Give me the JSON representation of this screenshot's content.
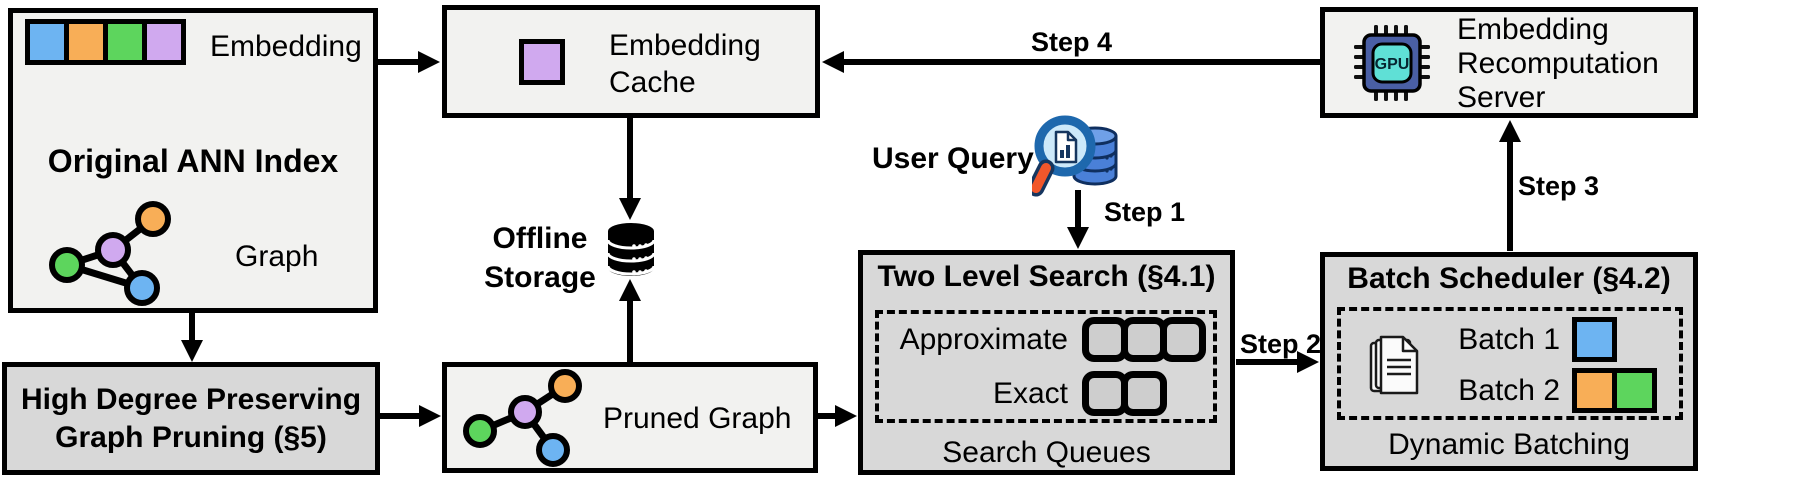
{
  "palette": {
    "embedding_blue": "#6db4f2",
    "embedding_orange": "#f8ae57",
    "embedding_green": "#5dd55d",
    "embedding_purple": "#d0a9ef",
    "box_light": "#f2f2f0",
    "box_gray": "#d8d8d8",
    "queue_fill": "#cecece",
    "line_black": "#000000",
    "gpu_chip_body": "#4a5fa5",
    "gpu_chip_core": "#5fe0d6",
    "query_db_blue": "#4a80d8",
    "glass_rim_blue": "#1e68ad",
    "glass_handle_orange": "#f2572b"
  },
  "original_index": {
    "title": "Original ANN Index",
    "embedding_label": "Embedding",
    "embedding_colors": [
      "#6db4f2",
      "#f8ae57",
      "#5dd55d",
      "#d0a9ef"
    ],
    "graph_label": "Graph"
  },
  "graph_pruning": {
    "title": "High Degree Preserving\nGraph Pruning (§5)"
  },
  "embedding_cache": {
    "title": "Embedding\nCache"
  },
  "offline_storage": {
    "label": "Offline\nStorage"
  },
  "pruned_graph": {
    "label": "Pruned Graph"
  },
  "user_query": {
    "label": "User Query"
  },
  "steps": {
    "step1": "Step 1",
    "step2": "Step 2",
    "step3": "Step 3",
    "step4": "Step 4"
  },
  "two_level_search": {
    "title": "Two Level Search (§4.1)",
    "rows": [
      {
        "label": "Approximate",
        "queues": 3
      },
      {
        "label": "Exact",
        "queues": 2
      }
    ],
    "caption": "Search Queues"
  },
  "batch_scheduler": {
    "title": "Batch Scheduler (§4.2)",
    "rows": [
      {
        "label": "Batch 1",
        "colors": [
          "#6db4f2"
        ]
      },
      {
        "label": "Batch 2",
        "colors": [
          "#f8ae57",
          "#5dd55d"
        ]
      }
    ],
    "caption": "Dynamic Batching"
  },
  "recomputation_server": {
    "title": "Embedding\nRecomputation\nServer",
    "chip_label": "GPU"
  }
}
